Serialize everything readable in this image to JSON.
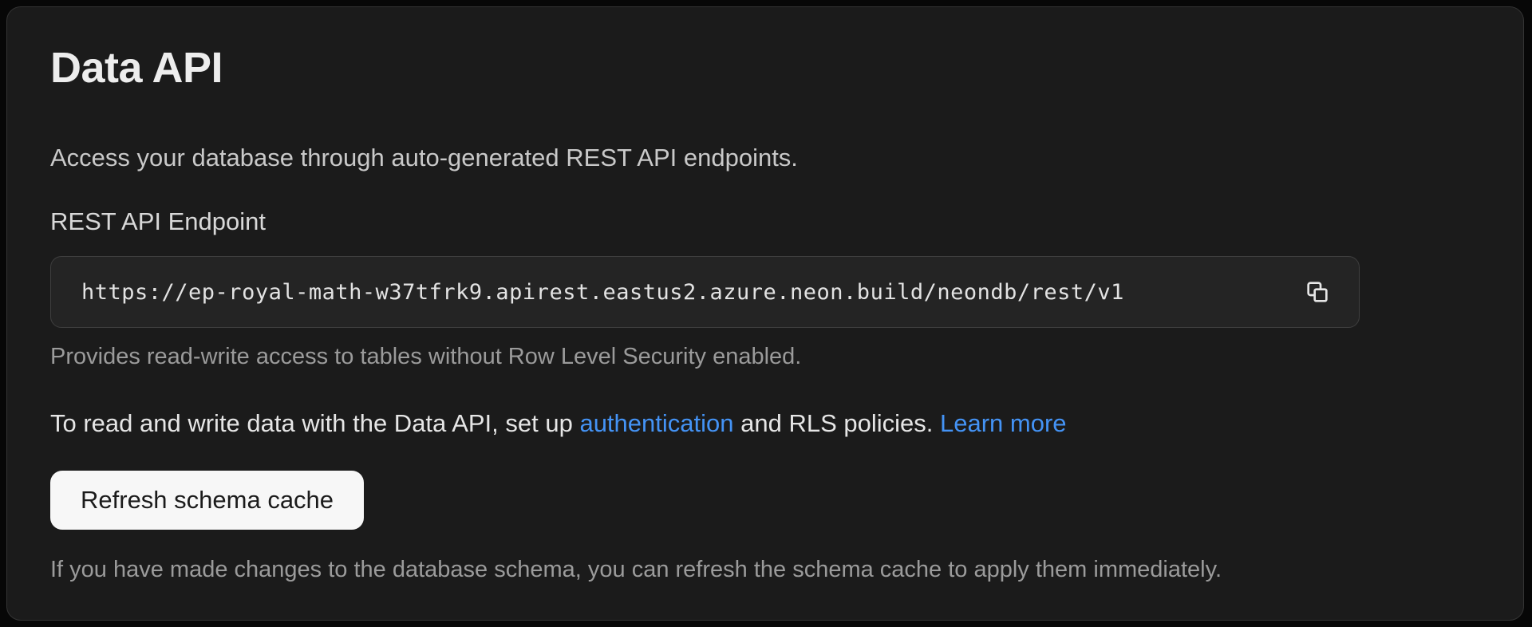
{
  "panel": {
    "title": "Data API",
    "description": "Access your database through auto-generated REST API endpoints.",
    "endpoint": {
      "label": "REST API Endpoint",
      "url": "https://ep-royal-math-w37tfrk9.apirest.eastus2.azure.neon.build/neondb/rest/v1",
      "copy_icon": "copy-icon",
      "helper": "Provides read-write access to tables without Row Level Security enabled."
    },
    "rls_note": {
      "text_before": "To read and write data with the Data API, set up ",
      "auth_link": "authentication",
      "text_middle": " and RLS policies. ",
      "learn_more_link": "Learn more"
    },
    "refresh": {
      "button_label": "Refresh schema cache",
      "helper": "If you have made changes to the database schema, you can refresh the schema cache to apply them immediately."
    },
    "colors": {
      "outer_bg": "#070707",
      "panel_bg": "#1b1b1b",
      "field_bg": "#242424",
      "link_blue": "#4493f5",
      "button_bg": "#f7f7f7"
    }
  }
}
